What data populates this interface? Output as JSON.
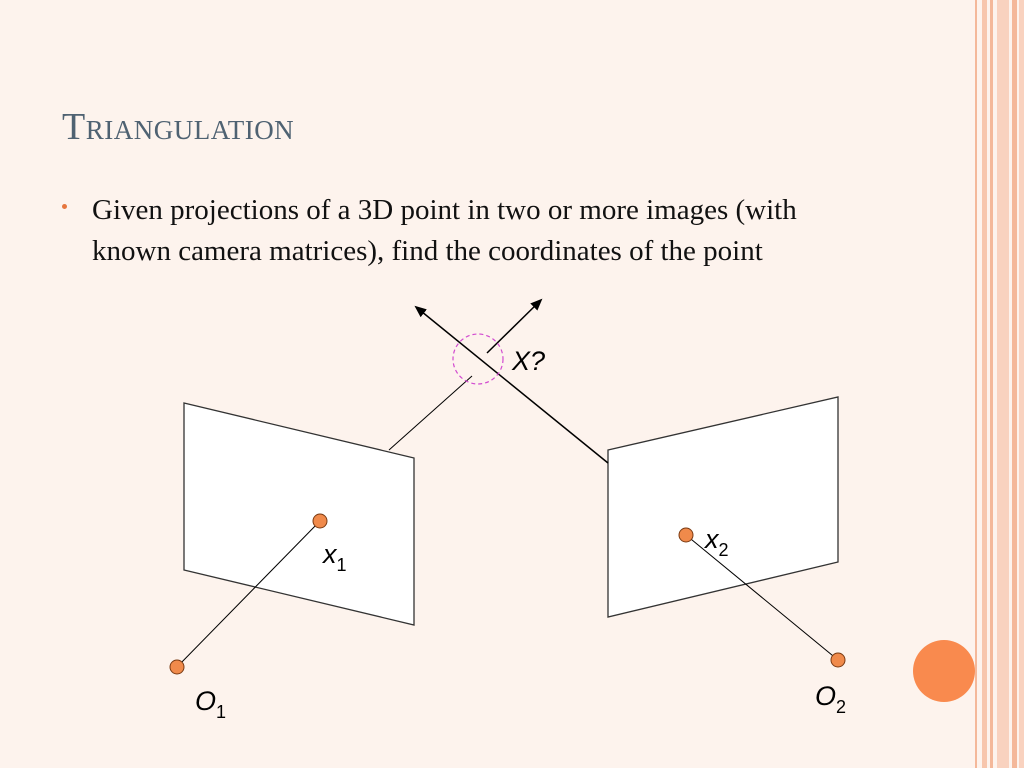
{
  "slide": {
    "title": "Triangulation",
    "bullet": "Given projections of a 3D point in two or more images (with known camera matrices), find the coordinates of the point"
  },
  "diagram": {
    "labels": {
      "point": "X?",
      "x1": "x",
      "x1_sub": "1",
      "x2": "x",
      "x2_sub": "2",
      "o1": "O",
      "o1_sub": "1",
      "o2": "O",
      "o2_sub": "2"
    },
    "colors": {
      "point_fill": "#f08a4b",
      "point_stroke": "#7a3a12",
      "target_circle": "#d24bd0",
      "accent": "#f98a4e"
    }
  }
}
